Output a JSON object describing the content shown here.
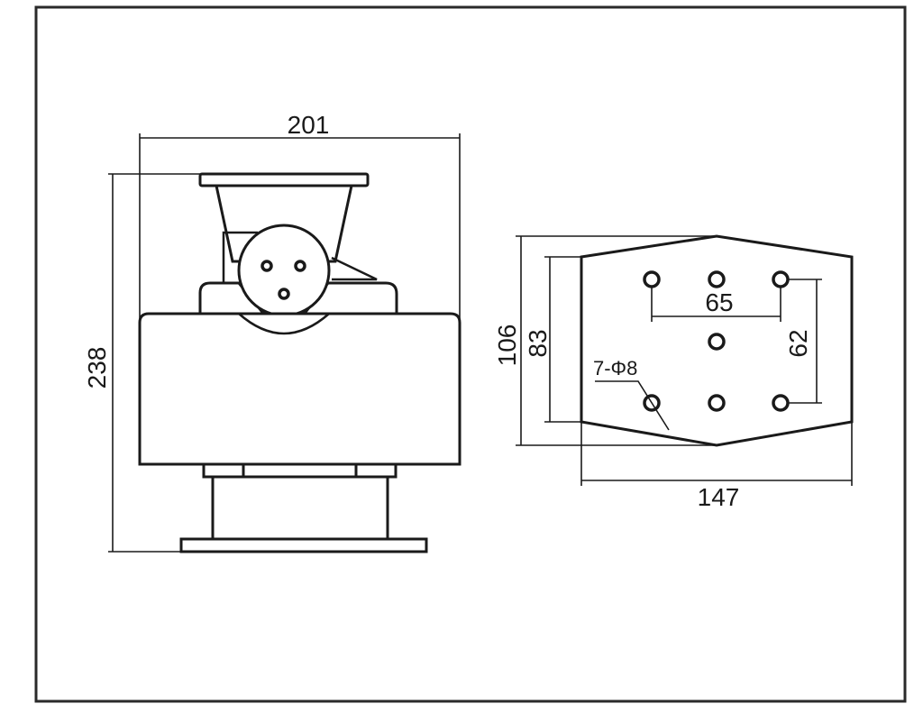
{
  "front_view": {
    "width_label": "201",
    "height_label": "238"
  },
  "plate_view": {
    "outer_height_label": "106",
    "inner_height_label": "83",
    "hole_spacing_h_label": "65",
    "hole_spacing_v_label": "62",
    "hole_spec_label": "7-Φ8",
    "width_label": "147"
  }
}
